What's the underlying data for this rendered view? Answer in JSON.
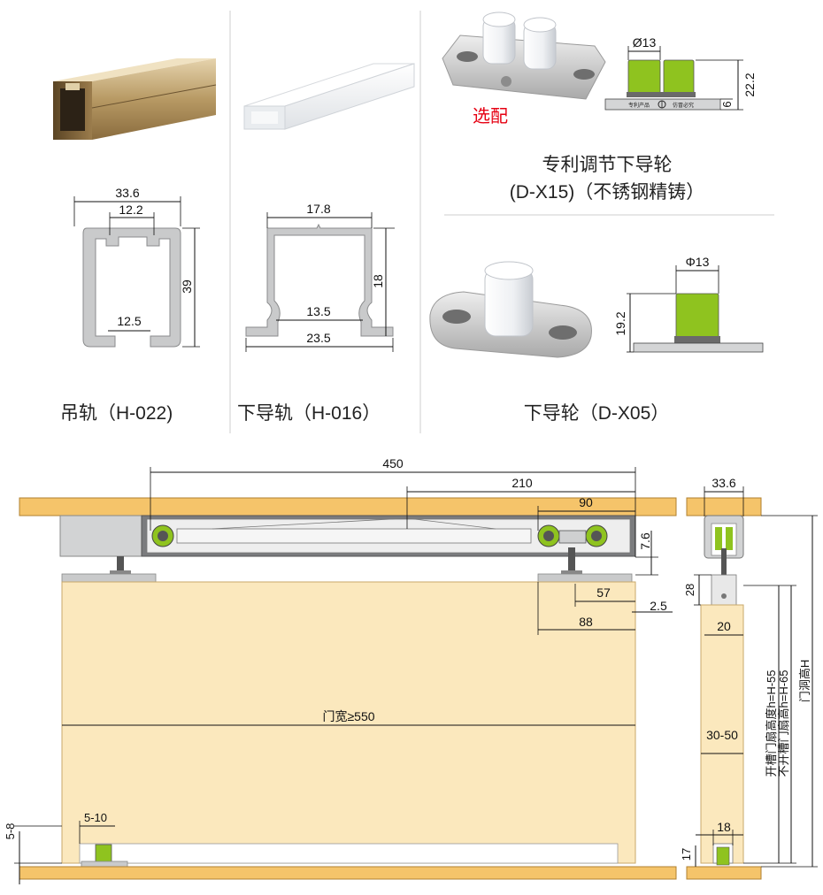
{
  "products": {
    "hanging_rail": {
      "caption": "吊轨（H-022)",
      "dims": [
        "33.6",
        "12.2",
        "39",
        "12.5"
      ]
    },
    "bottom_rail": {
      "caption": "下导轨（H-016）",
      "dims": [
        "17.8",
        "18",
        "13.5",
        "23.5"
      ]
    },
    "adjustable_guide": {
      "optional_label": "选配",
      "caption_line1": "专利调节下导轮",
      "caption_line2": "(D-X15)（不锈钢精铸）",
      "dims": [
        "Ø13",
        "22.2",
        "6"
      ],
      "plate_marks": [
        "专利产品",
        "仿冒必究"
      ]
    },
    "bottom_guide": {
      "caption": "下导轮（D-X05）",
      "dims": [
        "Φ13",
        "19.2"
      ]
    }
  },
  "install": {
    "front": {
      "dims": [
        "450",
        "210",
        "90",
        "7.6",
        "57",
        "2.5",
        "88",
        "门宽≥550",
        "5-10",
        "5-8"
      ]
    },
    "side": {
      "dims": [
        "33.6",
        "28",
        "20",
        "30-50",
        "18",
        "17"
      ],
      "height_labels": [
        "开槽门扇高度h=H-55",
        "不开槽门扇高h=H-65",
        "门洞高H"
      ]
    }
  },
  "colors": {
    "wood_board": "#f5c46a",
    "door_panel": "#fbe8bd",
    "aluminum": "#c9cacb",
    "guide_green": "#8fc31f",
    "optional_red": "#e60012",
    "rail_bronze": "#a88a5a"
  }
}
